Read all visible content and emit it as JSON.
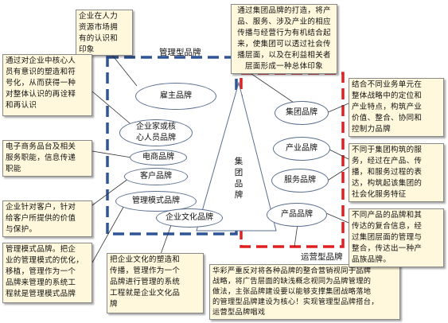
{
  "title_management_brand": "管理型品牌",
  "title_operation_brand": "运营型品牌",
  "center_label": "集团品牌",
  "left_ellipses": [
    "雇主品牌",
    "企业家或核\n心人员品牌",
    "电商品牌",
    "客户品牌",
    "管理模式品牌",
    "企业文化品牌"
  ],
  "right_ellipses": [
    "集团品牌",
    "产业品牌",
    "服务品牌",
    "产品品牌"
  ],
  "boxes": {
    "top_left": "企业在人力\n资源市场拥\n有的认识和\n印象",
    "top_right": "通过集团品牌的打造，将产\n品、服务、涉及产业的相应\n传播与经营行为有机结合起\n来，使集团可以透过社会传\n播层面，以及在利益相关者\n层面形成一种总体印象",
    "left_1": "通过对企业中核心人\n员有意识的塑造和符\n号化，从而获得一种\n对整体认识的再诠释\n和再认识",
    "left_2": "电子商务品台及相关\n服务职能，信息传递\n职能",
    "left_3": "企业针对客户，针对\n给客户所提供的价值\n与保护。",
    "left_4": "管理模式品牌。把企\n业的管理模式的优化，\n移植，管理作为一个\n品牌来管理的系统工\n程就是管理模式品牌",
    "bottom_left": "把企业文化的塑造和\n传播，管理作为一个\n品牌进行管理的系统\n工程就是企业文化品\n牌",
    "bottom_right": "华彩严重反对将各种品牌的整合营销视同于品牌\n战略，将广告层面的缺浅概念视同为品牌管理的\n做法，主张品牌建设要以能够支撑集团战略落地\n的管理型品牌建设为核心！实现管理型品牌搭台，\n运营型品牌唱戏",
    "right_1": "结合不同业务单元在\n整体战略中的定位和\n产业特点，构筑产业\n价值、整合、协同和\n控制力品牌",
    "right_2": "不同于集团构筑的服\n务，经过在产品、传\n播，和服务过程的表\n达，构筑起该集团的\n社会化服务特征",
    "right_3": "不同产品的品牌和其\n传达的复合信息，经\n过集团层面的管理与\n整合，传达出一种产\n品族品牌。"
  },
  "colors": {
    "management_border": "#2f5597",
    "operation_border": "#e02020",
    "callout_fill": "#fff8dc"
  }
}
